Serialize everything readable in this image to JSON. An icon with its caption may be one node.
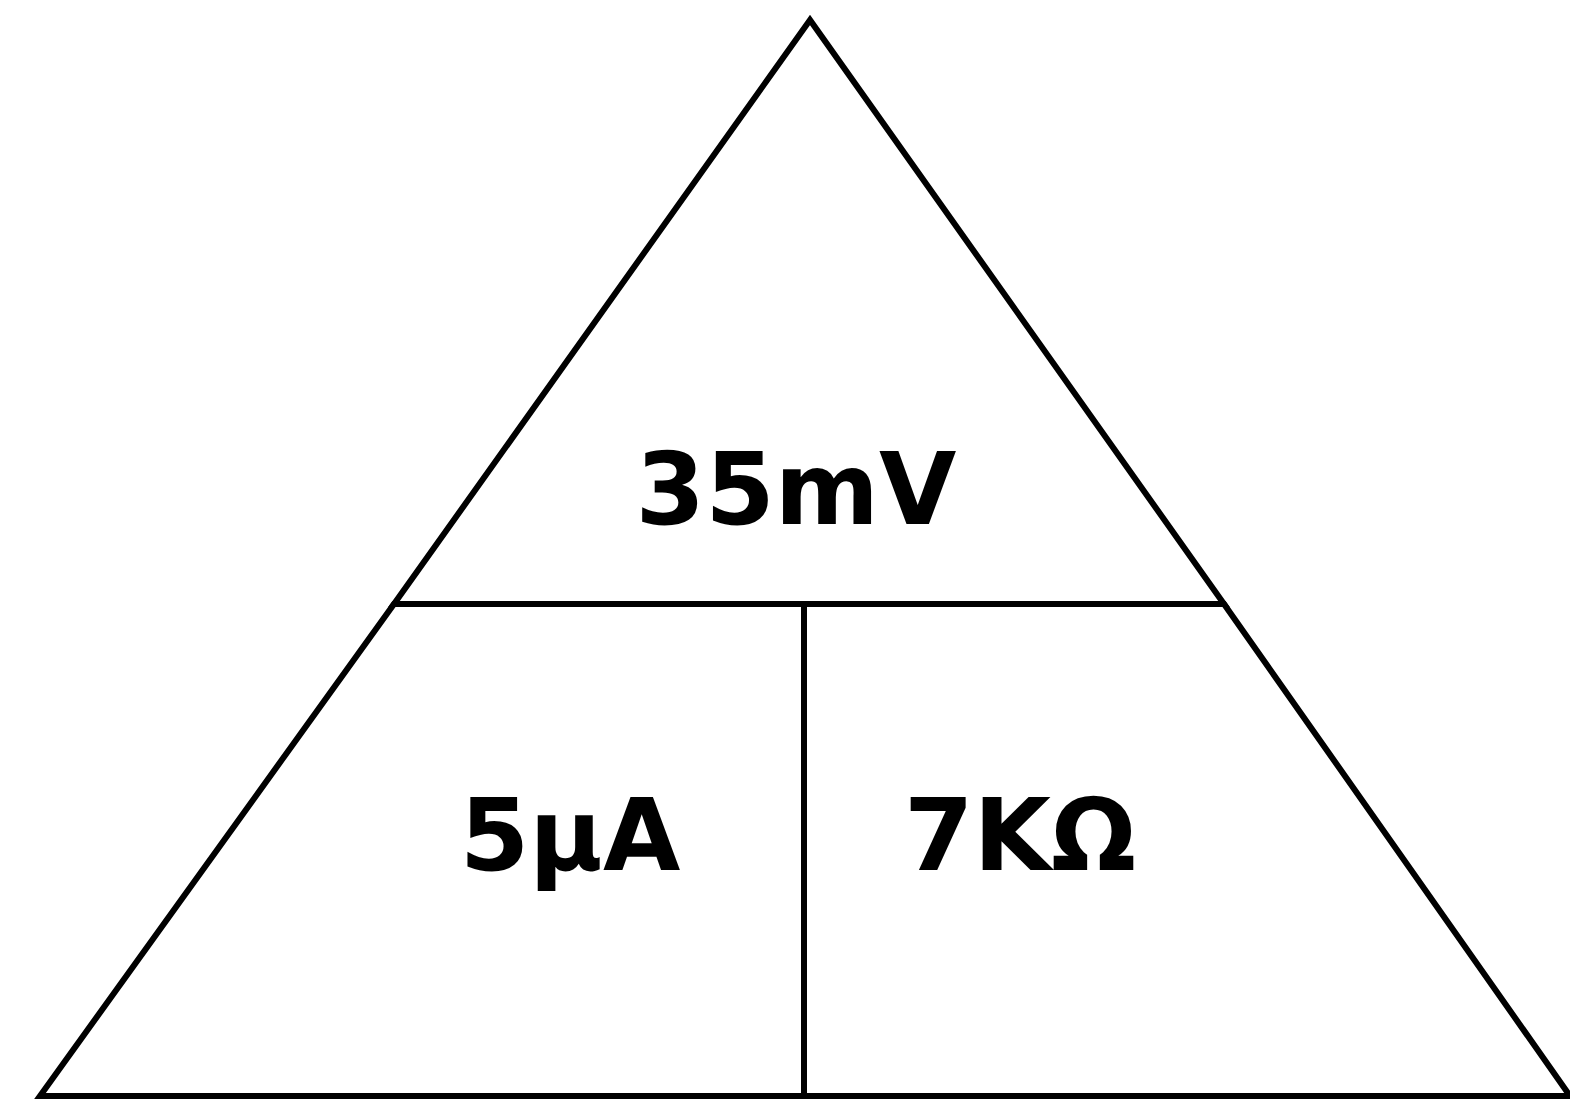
{
  "diagram": {
    "nodes": [
      {
        "text": [
          "35mV"
        ]
      },
      {
        "text": [
          "5µA"
        ]
      },
      {
        "text": [
          "7KΩ"
        ]
      }
    ]
  }
}
